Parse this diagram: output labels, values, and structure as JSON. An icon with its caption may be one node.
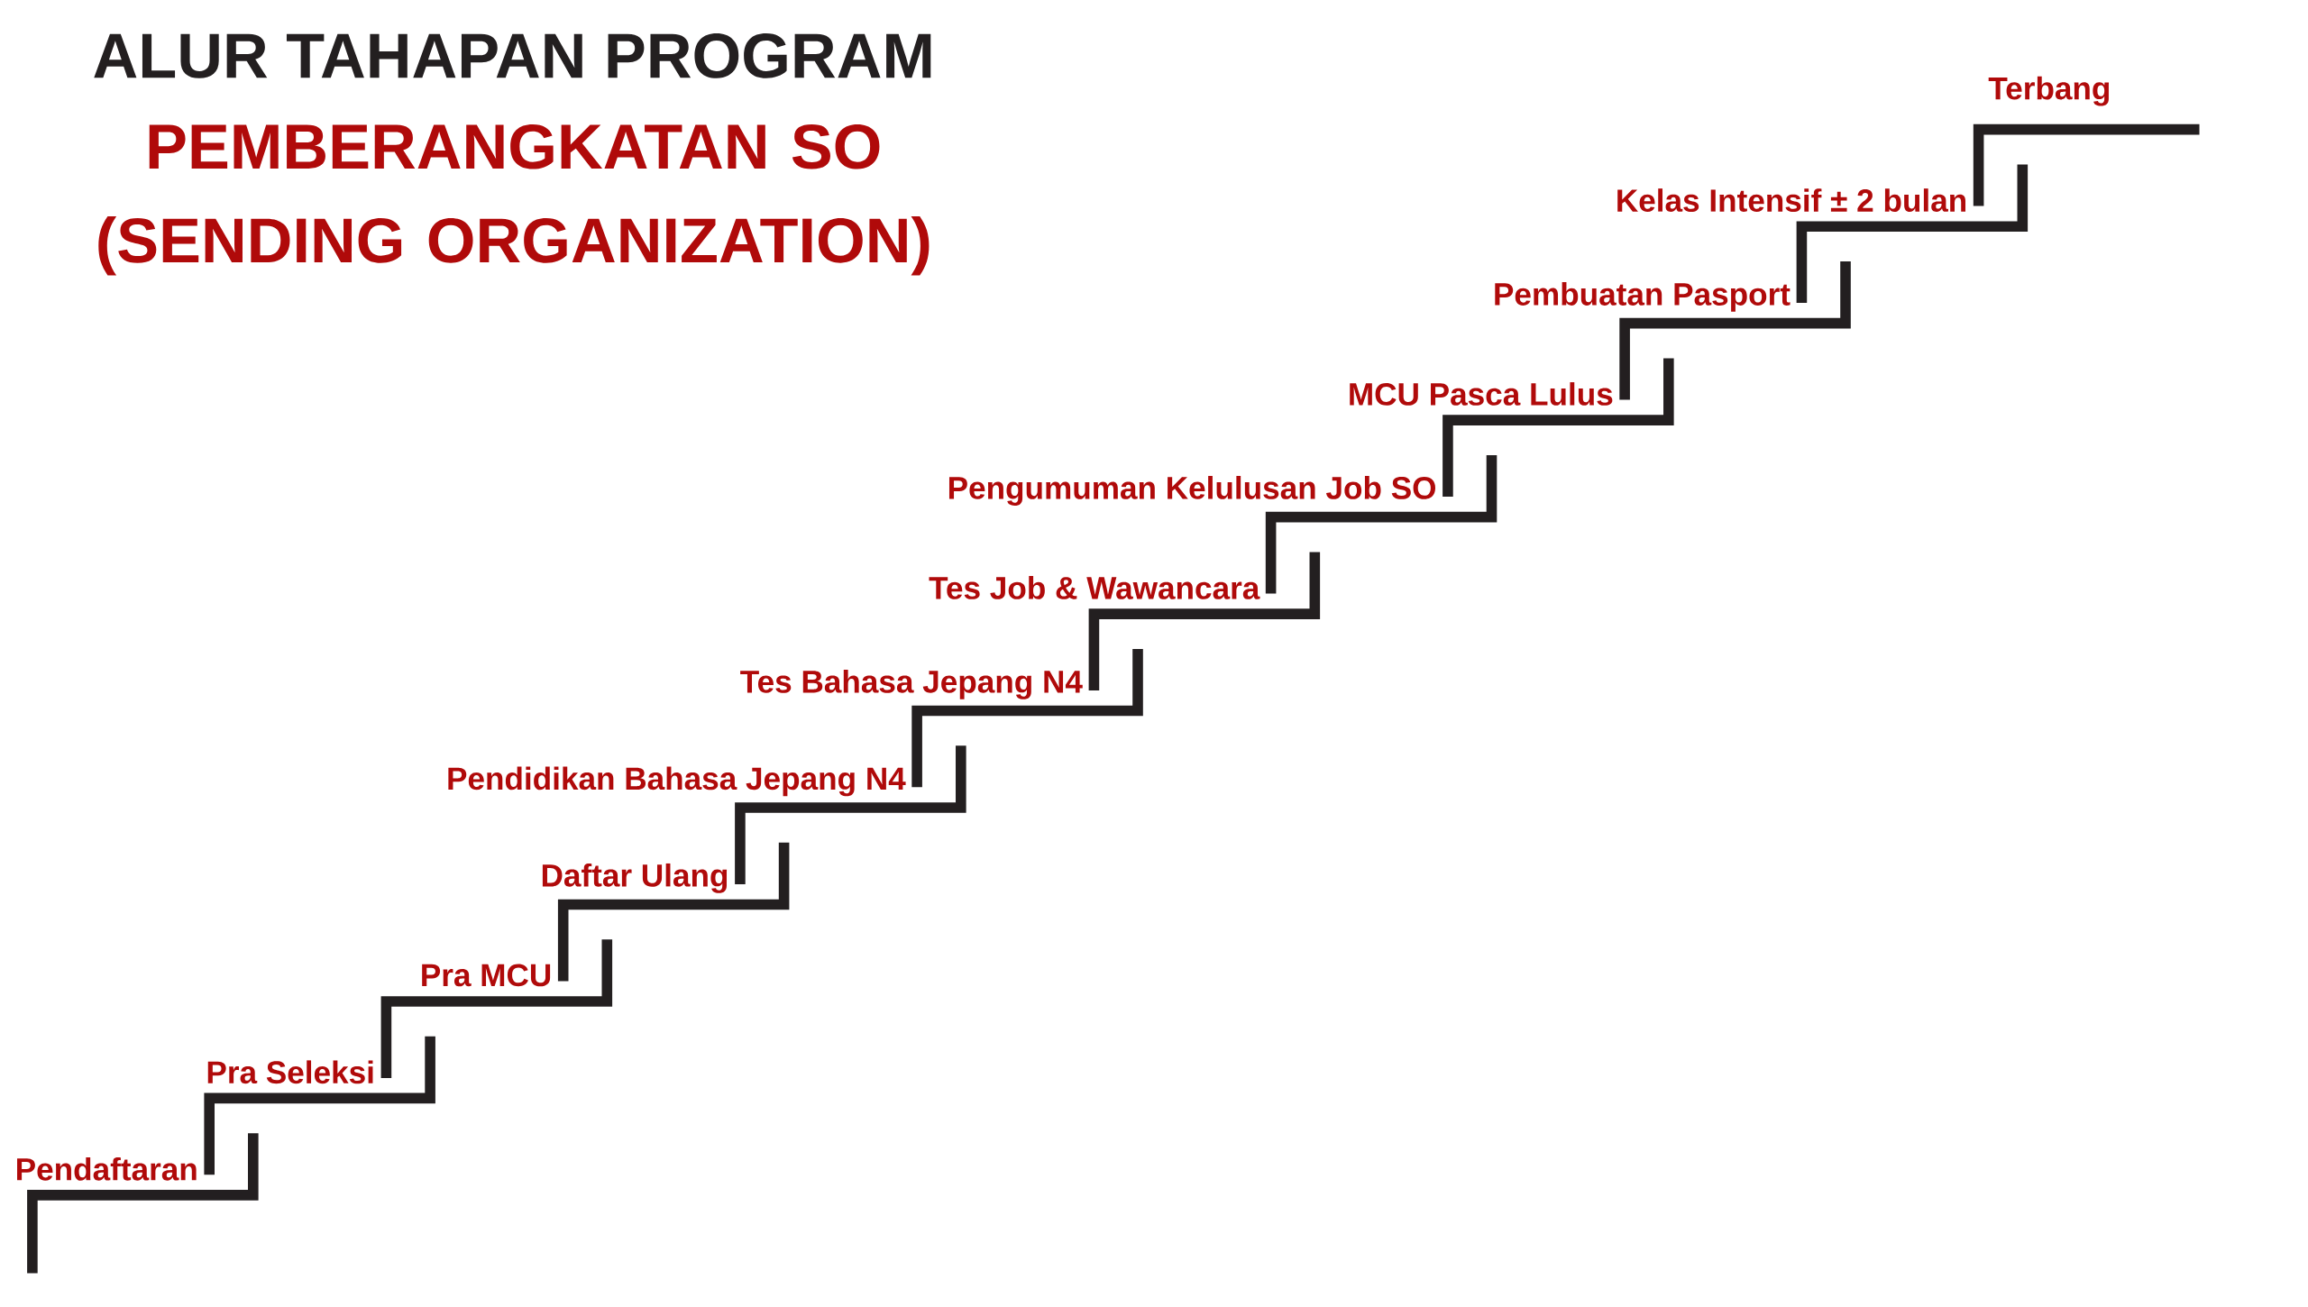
{
  "diagram": {
    "title": "ALUR TAHAPAN PROGRAM",
    "nodes": [
      {
        "text": [
          "Pendaftaran"
        ]
      },
      {
        "text": [
          "Pra Seleksi"
        ]
      },
      {
        "text": [
          "Pra MCU"
        ]
      },
      {
        "text": [
          "Daftar Ulang"
        ]
      },
      {
        "text": [
          "Pendidikan Bahasa Jepang N4"
        ]
      },
      {
        "text": [
          "Tes Bahasa Jepang N4"
        ]
      },
      {
        "text": [
          "Tes Job & Wawancara"
        ]
      },
      {
        "text": [
          "Pengumuman Kelulusan Job SO"
        ]
      },
      {
        "text": [
          "MCU Pasca Lulus"
        ]
      },
      {
        "text": [
          "Pembuatan Pasport"
        ]
      },
      {
        "text": [
          "Kelas Intensif ± 2 bulan"
        ]
      },
      {
        "text": [
          "Terbang"
        ]
      }
    ],
    "labels": [
      "PEMBERANGKATAN SO (SENDING ORGANIZATION)"
    ]
  }
}
